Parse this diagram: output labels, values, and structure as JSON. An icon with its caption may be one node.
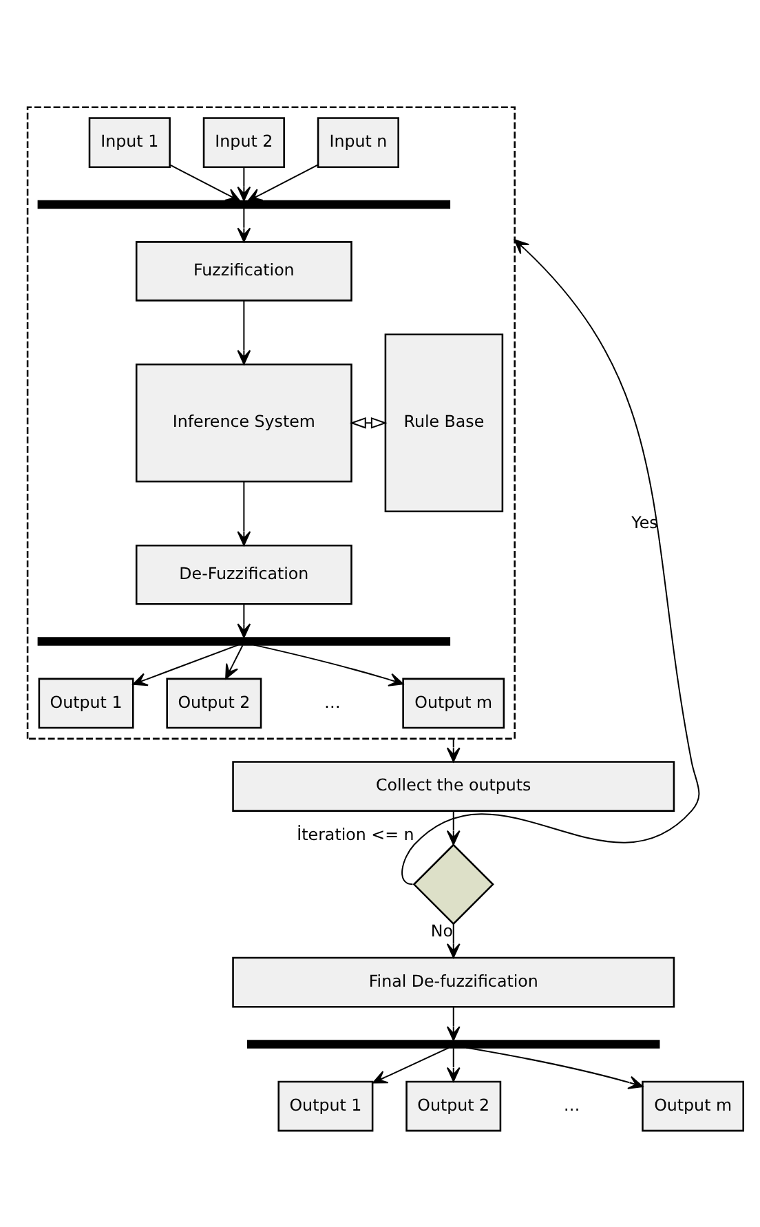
{
  "diagram": {
    "nodes": [
      {
        "text": [],
        "shape": "box"
      },
      {
        "text": [
          "Input 1"
        ],
        "in": 0
      },
      {
        "text": [
          "Input 2"
        ],
        "in": 0
      },
      {
        "text": [
          "Input n"
        ],
        "in": 0
      },
      {
        "text": [],
        "shape": "bar",
        "in": 0
      },
      {
        "text": [
          "Fuzzification"
        ],
        "in": 0
      },
      {
        "text": [
          "Inference System"
        ],
        "in": 0
      },
      {
        "text": [
          "Rule Base"
        ],
        "in": 0
      },
      {
        "text": [
          "De-Fuzzification"
        ],
        "in": 0
      },
      {
        "text": [],
        "shape": "bar",
        "in": 0
      },
      {
        "text": [
          "Output 1"
        ],
        "in": 0
      },
      {
        "text": [
          "Output 2"
        ],
        "in": 0
      },
      {
        "text": [
          "Output m"
        ],
        "in": 0
      },
      {
        "text": [
          "Collect the outputs"
        ]
      },
      {
        "text": [],
        "shape": "diamond",
        "beside": [
          "İteration <= n"
        ]
      },
      {
        "text": [
          "Final De-fuzzification"
        ]
      },
      {
        "text": [],
        "shape": "bar"
      },
      {
        "text": [
          "Output 1"
        ]
      },
      {
        "text": [
          "Output 2"
        ]
      },
      {
        "text": [
          "Output m"
        ]
      }
    ],
    "edges": [
      {
        "from": 1,
        "to": 4,
        "arrow": "to"
      },
      {
        "from": 2,
        "to": 4,
        "arrow": "to"
      },
      {
        "from": 3,
        "to": 4,
        "arrow": "to"
      },
      {
        "from": 4,
        "to": 5,
        "arrow": "to"
      },
      {
        "from": 5,
        "to": 6,
        "arrow": "to"
      },
      {
        "from": 6,
        "to": 7,
        "arrow": "both"
      },
      {
        "from": 6,
        "to": 8,
        "arrow": "to"
      },
      {
        "from": 8,
        "to": 9,
        "arrow": "to"
      },
      {
        "from": 9,
        "to": 10,
        "arrow": "to"
      },
      {
        "from": 9,
        "to": 11,
        "arrow": "to"
      },
      {
        "from": 9,
        "to": 12,
        "arrow": "to"
      },
      {
        "from": 0,
        "to": 13,
        "arrow": "to"
      },
      {
        "from": 13,
        "to": 14,
        "arrow": "to"
      },
      {
        "from": 14,
        "to": 0,
        "arrow": "to",
        "label": "Yes"
      },
      {
        "from": 14,
        "to": 15,
        "arrow": "to",
        "label": "No"
      },
      {
        "from": 15,
        "to": 16,
        "arrow": "to"
      },
      {
        "from": 16,
        "to": 17,
        "arrow": "to"
      },
      {
        "from": 16,
        "to": 18,
        "arrow": "to"
      },
      {
        "from": 16,
        "to": 19,
        "arrow": "to"
      }
    ],
    "labels": [
      "…",
      "…"
    ]
  }
}
